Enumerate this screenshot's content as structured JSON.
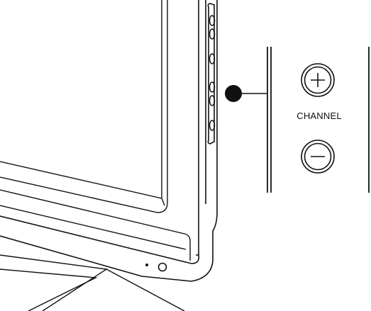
{
  "callout": {
    "label": "CHANNEL",
    "buttons": [
      {
        "symbol": "plus",
        "icon": "plus-icon"
      },
      {
        "symbol": "minus",
        "icon": "minus-icon"
      }
    ]
  },
  "colors": {
    "line": "#111111",
    "background": "#ffffff"
  }
}
